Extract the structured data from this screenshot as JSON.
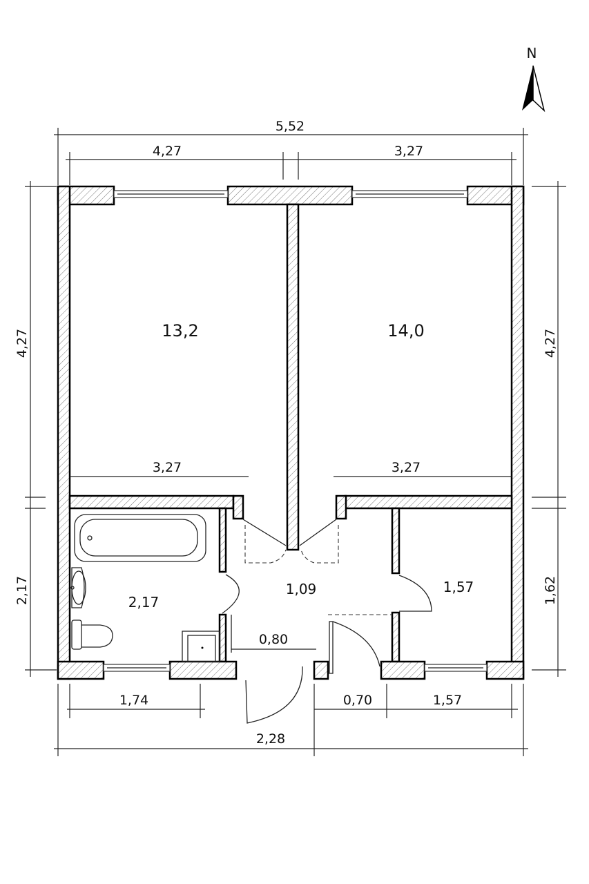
{
  "north_label": "N",
  "dimensions": {
    "total_width": "5,52",
    "top_left": "4,27",
    "top_right": "3,27",
    "left_upper": "4,27",
    "left_lower": "2,17",
    "right_upper": "4,27",
    "right_lower": "1,62",
    "room1_inner": "3,27",
    "room2_inner": "3,27",
    "hall_door": "0,80",
    "bottom_left": "1,74",
    "bottom_mid": "0,70",
    "bottom_right": "1,57",
    "bottom_total": "2,28"
  },
  "rooms": {
    "bedroom_left": "13,2",
    "bedroom_right": "14,0",
    "bathroom": "2,17",
    "hallway": "1,09",
    "storage": "1,57"
  }
}
